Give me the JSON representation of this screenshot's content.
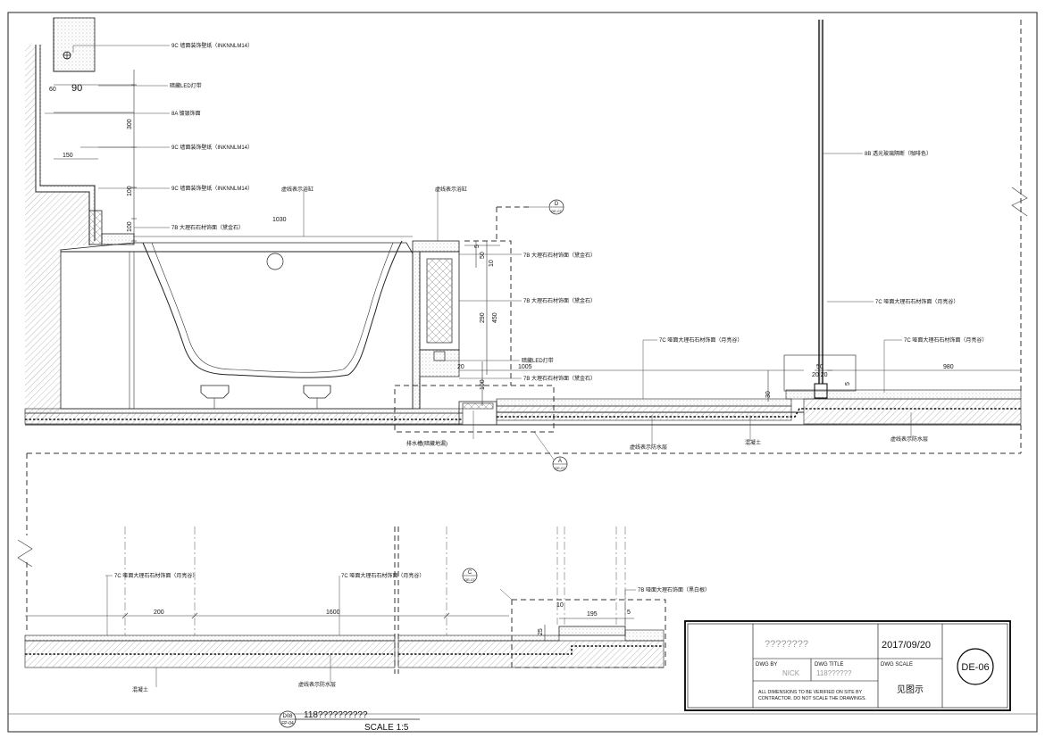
{
  "labels": {
    "l1": "9C 墙面装饰壁纸（INKNNLM14）",
    "l2": "暗藏LED灯带",
    "l3": "8A 镀银饰面",
    "l4": "9C 墙面装饰壁纸（INKNNLM14）",
    "l5": "9C 墙面装饰壁纸（INKNNLM14）",
    "l6": "7B 大理石石材饰面（黛金石）",
    "l7": "虚线表示浴缸",
    "l8": "虚线表示浴缸",
    "l9": "7B 大理石石材饰面（黛金石）",
    "l10": "7B 大理石石材饰面（黛金石）",
    "l11": "暗藏LED灯带",
    "l12": "7B 大理石石材饰面（黛金石）",
    "l13": "7C 哑面大理石石材饰面（月亮谷）",
    "l14": "7C 哑面大理石石材饰面（月亮谷）",
    "l15": "7C 哑面大理石石材饰面（月亮谷）",
    "l16": "8B 透光玻璃隔断（咖啡色）",
    "l17": "排水槽(暗藏地漏)",
    "l18": "虚线表示防水层",
    "l19": "混凝土",
    "l20": "虚线表示防水层",
    "l21": "7C 哑面大理石石材饰面（月亮谷）",
    "l22": "7C 哑面大理石石材饰面（月亮谷）",
    "l23": "7B 哑面大理石饰面（黑白根）",
    "l24": "混凝土",
    "l25": "虚线表示防水层"
  },
  "dims": {
    "d60": "60",
    "d90": "90",
    "d150": "150",
    "d300": "300",
    "d100a": "100",
    "d100b": "100",
    "d1030": "1030",
    "d5": "5",
    "d50": "50",
    "d10": "10",
    "d290": "290",
    "d450": "450",
    "d20": "20",
    "d1005": "1005",
    "d100c": "100",
    "d30": "30",
    "d50b": "50",
    "d2020": "20 20",
    "d5b": "5",
    "d980": "980",
    "d200": "200",
    "d1600": "1600",
    "d10b": "10",
    "d195": "195",
    "d5c": "5",
    "d25": "25"
  },
  "callouts": {
    "c_d": "D",
    "c_d_sub": "DE-07",
    "c_a": "A",
    "c_a_sub": "DE-07",
    "c_c": "C",
    "c_c_sub": "DE-07"
  },
  "titleblock": {
    "project": "????????",
    "date": "2017/09/20",
    "dwg_by_label": "DWG BY",
    "dwg_by": "NICK",
    "dwg_title_label": "DWG TITLE",
    "dwg_title": "118??????",
    "dwg_scale_label": "DWG SCALE",
    "dwg_scale": "见图示",
    "disclaimer1": "ALL DIMENSIONS TO BE VERIFIED ON SITE BY",
    "disclaimer2": "CONTRACTOR. DO NOT SCALE THE DRAWINGS.",
    "sheet_no": "DE-06"
  },
  "drawing_title": {
    "num": "D08",
    "ref": "FP-04",
    "name": "118??????????",
    "scale": "SCALE  1:5"
  }
}
